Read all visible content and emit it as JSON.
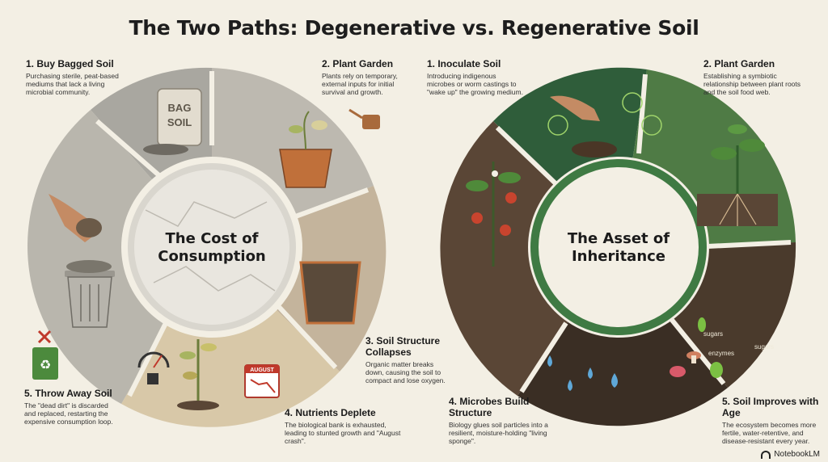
{
  "title": "The Two Paths: Degenerative vs. Regenerative Soil",
  "left": {
    "center": "The Cost of Consumption",
    "steps": [
      {
        "title": "1. Buy Bagged Soil",
        "text": "Purchasing sterile, peat-based mediums that lack a living microbial community."
      },
      {
        "title": "2. Plant Garden",
        "text": "Plants rely on temporary, external inputs for initial survival and growth."
      },
      {
        "title": "3. Soil Structure Collapses",
        "text": "Organic matter breaks down, causing the soil to compact and lose oxygen."
      },
      {
        "title": "4. Nutrients Deplete",
        "text": "The biological bank is exhausted, leading to stunted growth and \"August crash\"."
      },
      {
        "title": "5. Throw Away Soil",
        "text": "The \"dead dirt\" is discarded and replaced, restarting the expensive consumption loop."
      }
    ],
    "bag_label": "BAG SOIL",
    "calendar_label": "AUGUST"
  },
  "right": {
    "center": "The Asset of Inheritance",
    "steps": [
      {
        "title": "1. Inoculate Soil",
        "text": "Introducing indigenous microbes or worm castings to \"wake up\" the growing medium."
      },
      {
        "title": "2. Plant Garden",
        "text": "Establishing a symbiotic relationship between plant roots and the soil food web."
      },
      {
        "title": "4. Microbes Build Structure",
        "text": "Biology glues soil particles into a resilient, moisture-holding \"living sponge\"."
      },
      {
        "title": "5. Soil Improves with Age",
        "text": "The ecosystem becomes more fertile, water-retentive, and disease-resistant every year."
      }
    ],
    "labels": [
      "sugars",
      "sugars",
      "enzymes"
    ]
  },
  "brand": "NotebookLM",
  "colors": {
    "background": "#f3efe4",
    "left_segments": [
      "#a9a7a0",
      "#bdb9b0",
      "#c4b49c",
      "#d8c8a8",
      "#b9b6ad"
    ],
    "right_segments": [
      "#2f5d3a",
      "#4f7b45",
      "#4a3a2c",
      "#3a2e24",
      "#5a4636"
    ]
  }
}
